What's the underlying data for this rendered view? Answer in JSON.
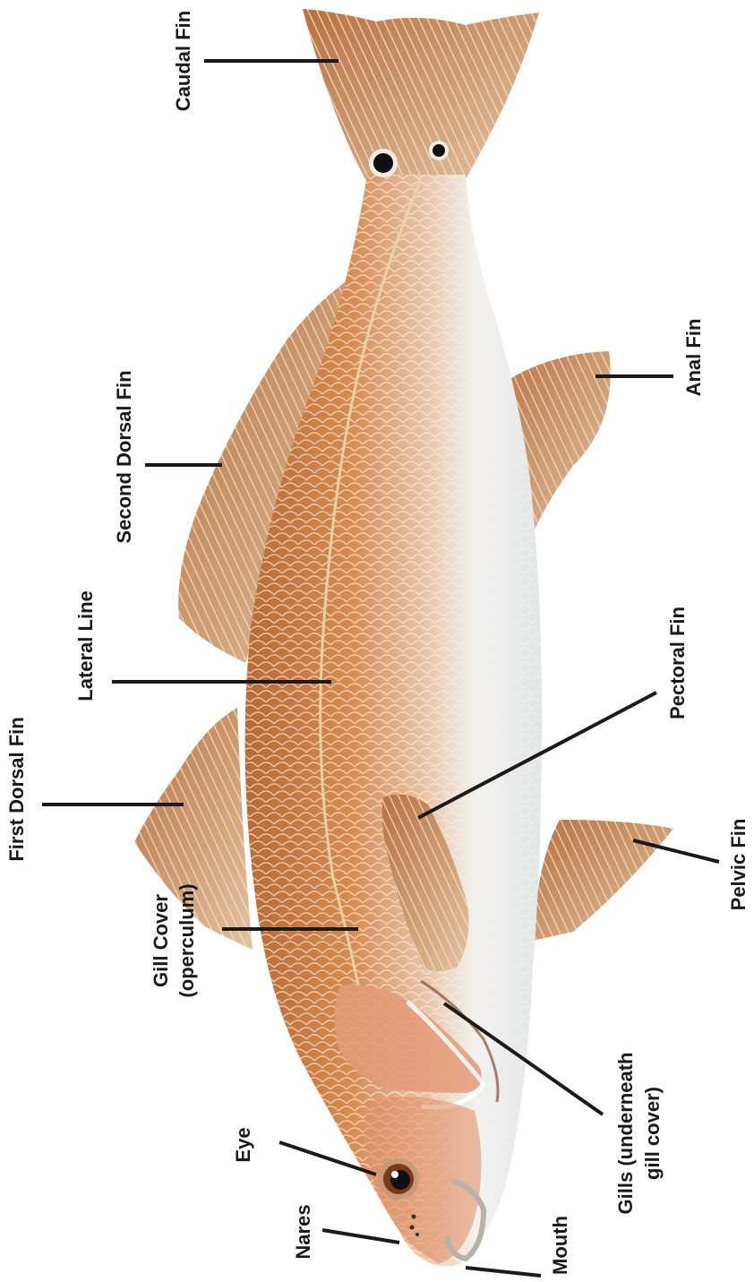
{
  "labels": {
    "caudal_fin": "Caudal Fin",
    "anal_fin": "Anal Fin",
    "second_dorsal_fin": "Second Dorsal Fin",
    "lateral_line": "Lateral Line",
    "first_dorsal_fin": "First Dorsal Fin",
    "pectoral_fin": "Pectoral Fin",
    "pelvic_fin": "Pelvic Fin",
    "gill_cover_line1": "Gill Cover",
    "gill_cover_line2": "(operculum)",
    "gills_line1": "Gills (underneath",
    "gills_line2": "gill cover)",
    "eye": "Eye",
    "nares": "Nares",
    "mouth": "Mouth"
  },
  "colors": {
    "body_orange": "#c8763e",
    "belly_white": "#eef0ee",
    "fin_tan": "#c69a6a",
    "eye_spot": "#111111",
    "label_text": "#1a1a1a"
  }
}
